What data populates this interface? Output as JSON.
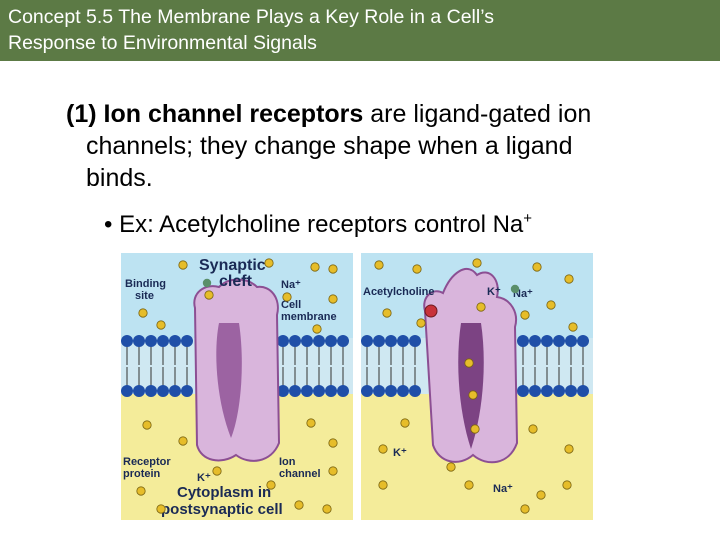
{
  "header": {
    "title_line1": "Concept 5.5 The Membrane Plays a Key Role in a Cell’s",
    "title_line2": "Response to Environmental Signals",
    "background": "#5c7a45"
  },
  "body": {
    "number": "(1)",
    "bold_term": "Ion channel receptors",
    "rest_line1": " are ligand-gated ion",
    "line2": "channels; they change shape when a ligand",
    "line3": "binds.",
    "bullet_symbol": "•",
    "bullet_text": "Ex:  Acetylcholine receptors control Na",
    "bullet_sup": "+"
  },
  "figure": {
    "synaptic_cleft": "Synaptic cleft",
    "synaptic_line1": "Synaptic",
    "synaptic_line2": "cleft",
    "binding_line1": "Binding",
    "binding_line2": "site",
    "na_left": "Na⁺",
    "cell_line1": "Cell",
    "cell_line2": "membrane",
    "receptor_line1": "Receptor",
    "receptor_line2": "protein",
    "k_left": "K⁺",
    "ion_line1": "Ion",
    "ion_line2": "channel",
    "cyto_line1": "Cytoplasm in",
    "cyto_line2": "postsynaptic cell",
    "acetylcholine": "Acetylcholine",
    "k_right_top": "K⁺",
    "na_right_top": "Na⁺",
    "k_right_bottom": "K⁺",
    "na_right_bottom": "Na⁺",
    "colors": {
      "extracellular": "#bde3f2",
      "cytoplasm": "#f4ec9a",
      "lipid_head": "#1f4fa8",
      "protein": "#d9b5dc",
      "protein_dark": "#8c4f93",
      "ion": "#e6bd2a"
    }
  }
}
